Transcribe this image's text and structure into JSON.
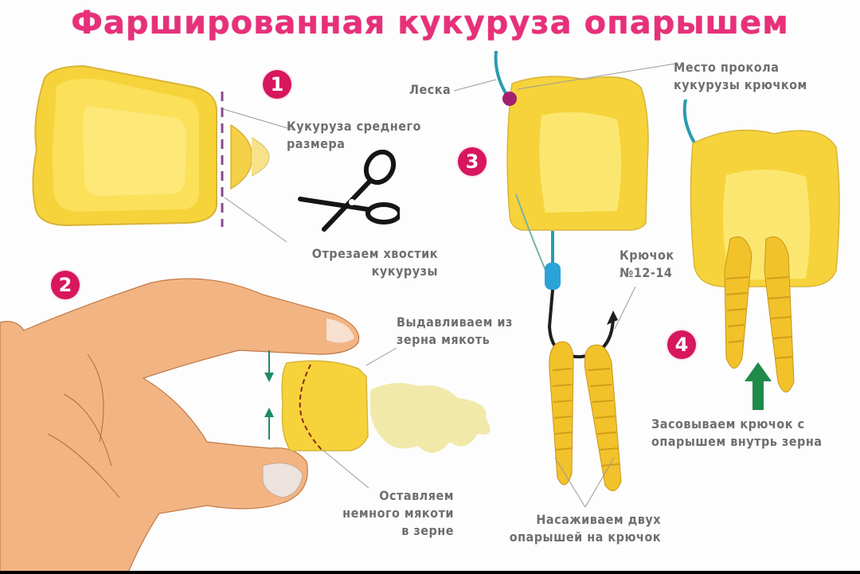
{
  "title": "Фаршированная кукуруза опарышем",
  "colors": {
    "title": "#e8307a",
    "badge": "#d7165e",
    "corn": "#f6d33a",
    "corn_light": "#fbe770",
    "corn_outline": "#d8b43a",
    "skin": "#f2b482",
    "line": "#2a9bb0",
    "knot": "#2aa3d8",
    "hook": "#1e1e1e",
    "maggot": "#f2c22a",
    "arrow_green": "#1f8a4a",
    "label": "#6e6e6e"
  },
  "steps": [
    {
      "number": "1",
      "labels": {
        "corn_size": "Кукуруза среднего\nразмера",
        "cut_tail": "Отрезаем хвостик\nкукурузы"
      },
      "icons": [
        "corn-kernel-icon",
        "scissors-icon",
        "cut-line-icon"
      ]
    },
    {
      "number": "2",
      "labels": {
        "squeeze": "Выдавливаем из\nзерна мякоть",
        "leave_pulp": "Оставляем\nнемного мякоти\nв зерне"
      },
      "icons": [
        "hand-icon",
        "squeeze-arrows-icon",
        "pulp-splash-icon"
      ]
    },
    {
      "number": "3",
      "labels": {
        "line": "Леска",
        "pierce_spot": "Место прокола\nкукурузы крючком",
        "hook_size": "Крючок\n№12-14",
        "two_maggots": "Насаживаем двух\nопарышей на крючок"
      },
      "icons": [
        "fishing-line-icon",
        "hook-icon",
        "maggot-icon"
      ]
    },
    {
      "number": "4",
      "labels": {
        "insert": "Засовываем крючок с\nопарышем внутрь зерна"
      },
      "icons": [
        "up-arrow-icon",
        "stuffed-corn-icon"
      ]
    }
  ]
}
